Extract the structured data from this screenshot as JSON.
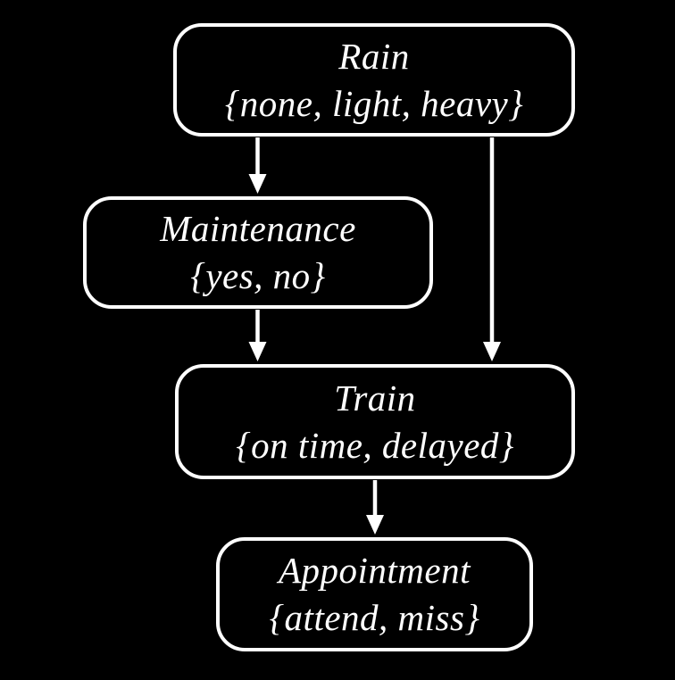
{
  "diagram": {
    "type": "bayesian-network",
    "nodes": {
      "rain": {
        "label": "Rain",
        "domain": "{none, light, heavy}"
      },
      "maintenance": {
        "label": "Maintenance",
        "domain": "{yes, no}"
      },
      "train": {
        "label": "Train",
        "domain": "{on time, delayed}"
      },
      "appointment": {
        "label": "Appointment",
        "domain": "{attend, miss}"
      }
    },
    "edges": [
      {
        "from": "Rain",
        "to": "Maintenance"
      },
      {
        "from": "Rain",
        "to": "Train"
      },
      {
        "from": "Maintenance",
        "to": "Train"
      },
      {
        "from": "Train",
        "to": "Appointment"
      }
    ],
    "colors": {
      "background": "#000000",
      "node_border": "#ffffff",
      "edge_stroke": "#ffffff",
      "text": "#ffffff"
    }
  }
}
